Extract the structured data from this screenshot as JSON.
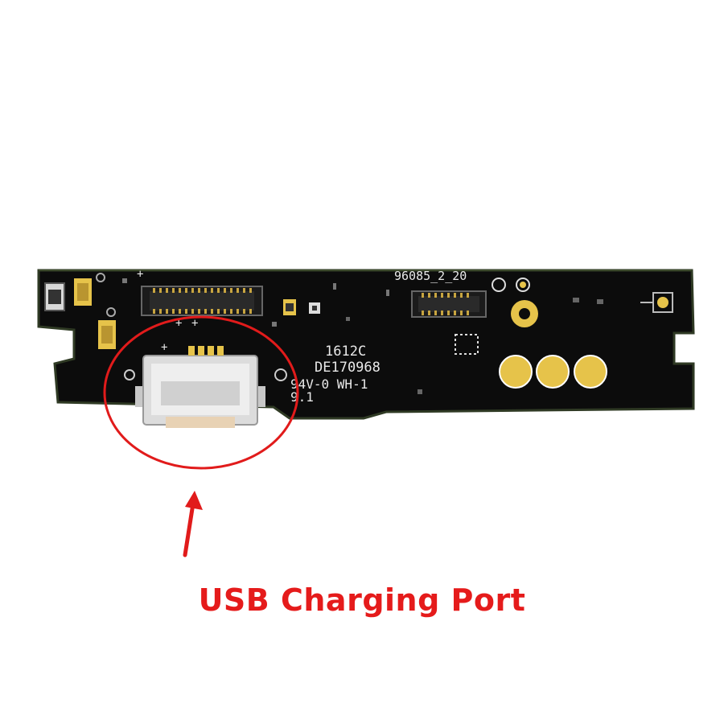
{
  "caption": "USB Charging Port",
  "board_markings": {
    "part_number": "96085_2_20",
    "date_code": "1612C",
    "serial": "DE170968",
    "rating": "94V-0 WH-1",
    "revision": "9.1",
    "polarity_marks": [
      "+",
      "+",
      "+",
      "+"
    ]
  },
  "colors": {
    "pcb": "#0c0c0c",
    "pcb_edge": "#2f3a24",
    "gold_pad": "#e6c34a",
    "highlight_circle": "#e11b1b",
    "arrow": "#e11b1b",
    "caption": "#e51b1b",
    "silkscreen": "#e9e9e9"
  }
}
